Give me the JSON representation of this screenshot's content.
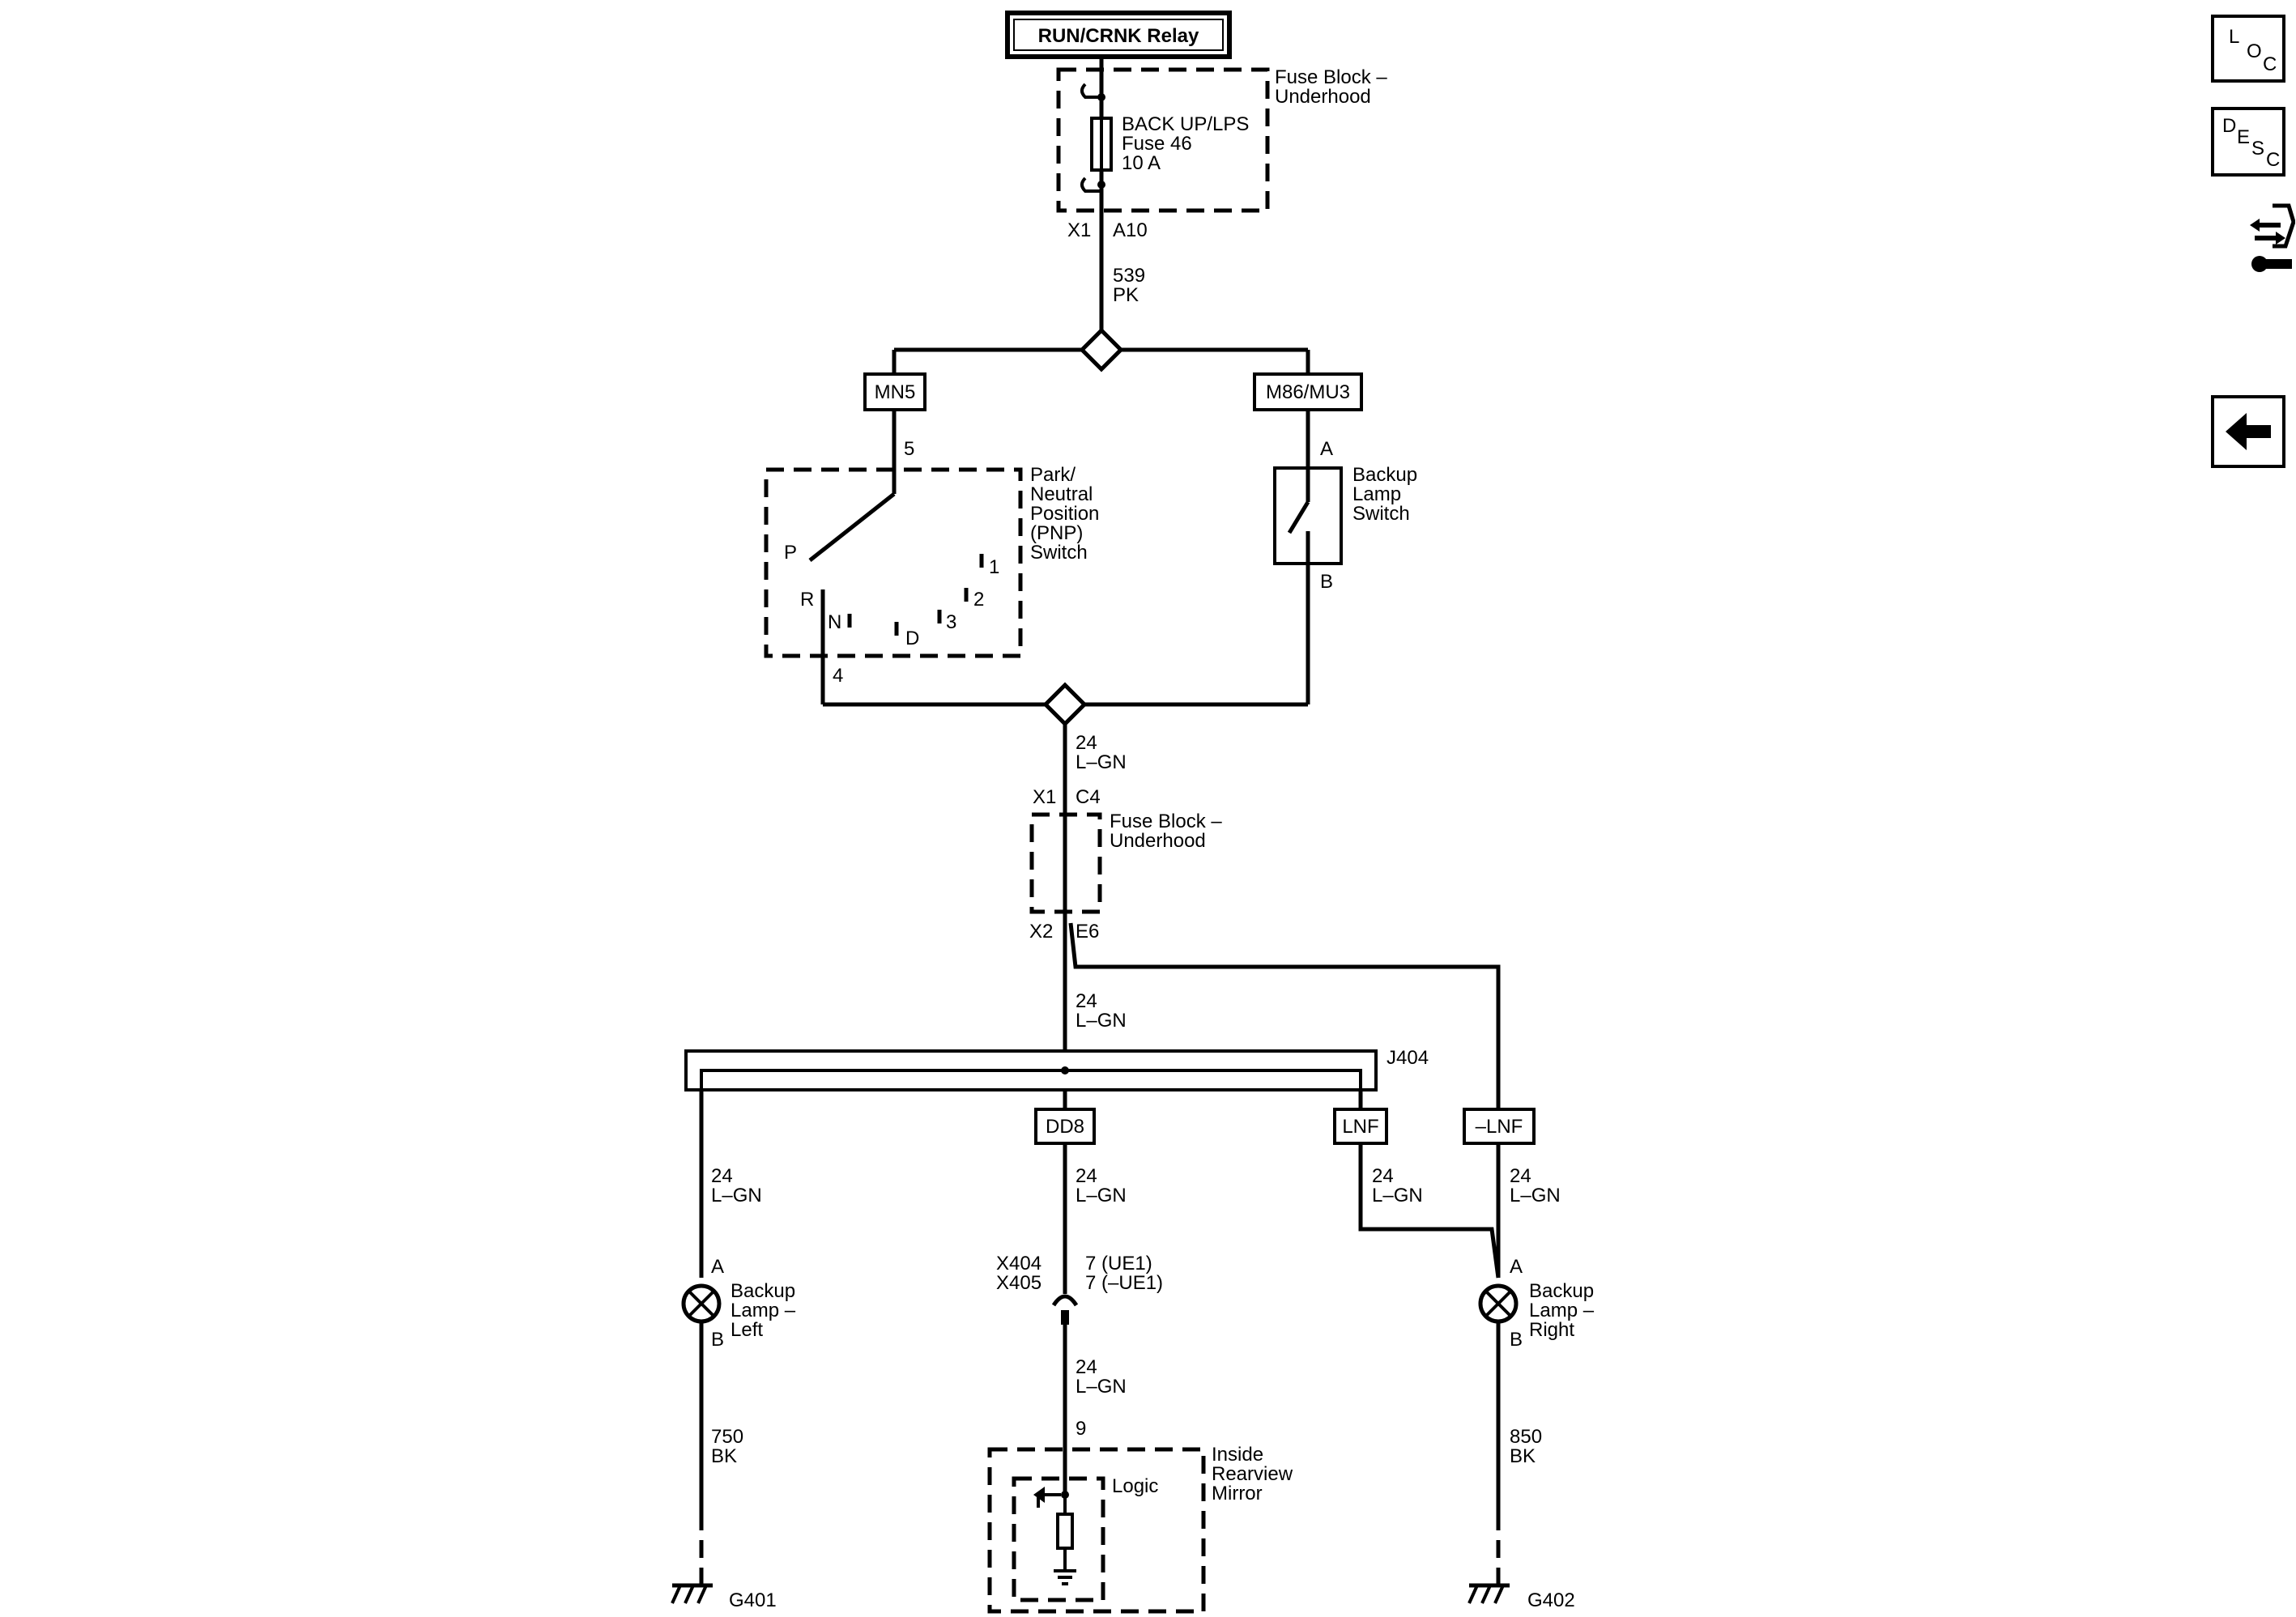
{
  "labels": {
    "relay": "RUN/CRNK Relay",
    "fuse_block_top": [
      "Fuse Block –",
      "Underhood"
    ],
    "fuse46": [
      "BACK UP/LPS",
      "Fuse 46",
      "10 A"
    ],
    "conn_x1_top": "X1",
    "pin_a10": "A10",
    "wire_539": [
      "539",
      "PK"
    ],
    "opt_mn5": "MN5",
    "opt_m86": "M86/MU3",
    "pin5": "5",
    "pnp_switch": [
      "Park/",
      "Neutral",
      "Position",
      "(PNP)",
      "Switch"
    ],
    "pnp_positions": {
      "P": "P",
      "R": "R",
      "N": "N",
      "D": "D",
      "1": "1",
      "2": "2",
      "3": "3"
    },
    "pin4": "4",
    "pin_a_switch": "A",
    "backup_switch": [
      "Backup",
      "Lamp",
      "Switch"
    ],
    "pin_b_switch": "B",
    "wire_24_a": [
      "24",
      "L–GN"
    ],
    "conn_x1_mid": "X1",
    "pin_c4": "C4",
    "fuse_block_mid": [
      "Fuse Block –",
      "Underhood"
    ],
    "conn_x2": "X2",
    "pin_e6": "E6",
    "wire_24_b": [
      "24",
      "L–GN"
    ],
    "splice": "J404",
    "opt_dd8": "DD8",
    "opt_lnf": "LNF",
    "opt_nlnf": "–LNF",
    "wire_24_left": [
      "24",
      "L–GN"
    ],
    "wire_24_center": [
      "24",
      "L–GN"
    ],
    "wire_24_lnf": [
      "24",
      "L–GN"
    ],
    "wire_24_right": [
      "24",
      "L–GN"
    ],
    "pin_a_left": "A",
    "lamp_left": [
      "Backup",
      "Lamp –",
      "Left"
    ],
    "pin_b_left": "B",
    "conn_x404": [
      "X404",
      "X405"
    ],
    "conn_x404_pins": [
      "7 (UE1)",
      "7 (–UE1)"
    ],
    "pin_a_right": "A",
    "lamp_right": [
      "Backup",
      "Lamp –",
      "Right"
    ],
    "pin_b_right": "B",
    "wire_24_mirror": [
      "24",
      "L–GN"
    ],
    "pin9": "9",
    "mirror": [
      "Inside",
      "Rearview",
      "Mirror"
    ],
    "logic": "Logic",
    "wire_750": [
      "750",
      "BK"
    ],
    "wire_850": [
      "850",
      "BK"
    ],
    "ground_left": "G401",
    "ground_right": "G402"
  },
  "nav": {
    "loc": [
      "L",
      "O",
      "C"
    ],
    "desc": [
      "D",
      "E",
      "S",
      "C"
    ],
    "connector_icon": "connector-tool-icon",
    "back_icon": "back-arrow-icon"
  }
}
